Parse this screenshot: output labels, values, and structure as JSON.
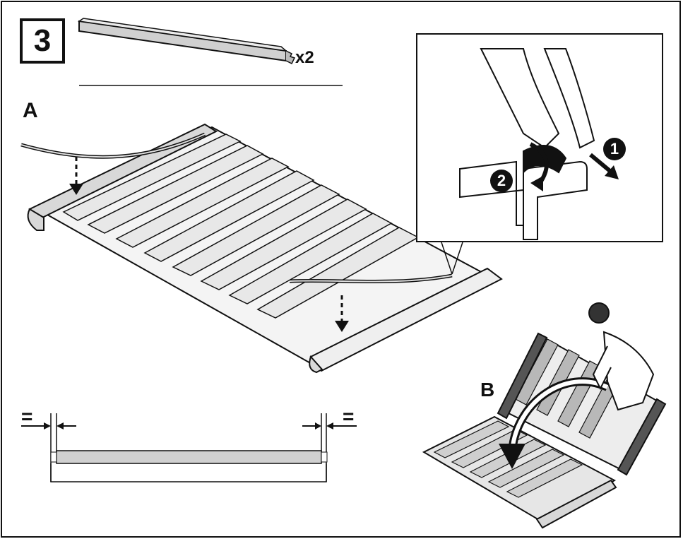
{
  "step": {
    "number": "3"
  },
  "part": {
    "quantity": "x2"
  },
  "views": {
    "a": "A",
    "b": "B"
  },
  "detail": {
    "step_1": "1",
    "step_2": "2"
  },
  "spacing": {
    "equal_left": "=",
    "equal_right": "="
  },
  "colors": {
    "ink": "#111111",
    "profile_fill": "#d0d0d0",
    "frame_fill": "#e8e8e8"
  }
}
